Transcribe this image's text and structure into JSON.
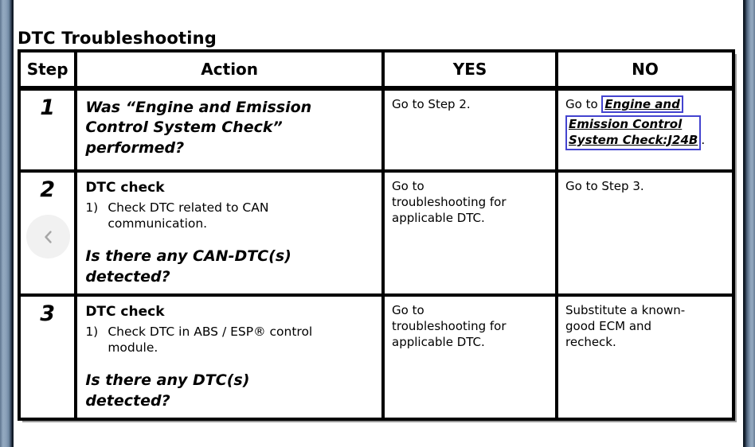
{
  "page": {
    "title": "DTC Troubleshooting"
  },
  "table": {
    "headers": [
      "Step",
      "Action",
      "YES",
      "NO"
    ],
    "rows": [
      {
        "step": "1",
        "action_question": "Was “Engine and Emission\nControl System Check”\nperformed?",
        "yes": "Go to Step 2.",
        "no_prefix": "Go to ",
        "no_link_part1": "Engine and",
        "no_link_part2": "Emission Control\nSystem Check:J24B",
        "no_suffix": "."
      },
      {
        "step": "2",
        "action_heading": "DTC check",
        "action_list_num": "1)",
        "action_list_text": "Check DTC related to CAN\ncommunication.",
        "action_question": "Is there any CAN-DTC(s)\ndetected?",
        "yes": "Go to\ntroubleshooting for\napplicable DTC.",
        "no": "Go to Step 3."
      },
      {
        "step": "3",
        "action_heading": "DTC check",
        "action_list_num": "1)",
        "action_list_text": "Check DTC in ABS / ESP® control\nmodule.",
        "action_question": "Is there any DTC(s)\ndetected?",
        "yes": "Go to\ntroubleshooting for\napplicable DTC.",
        "no": "Substitute a known-\ngood ECM and\nrecheck."
      }
    ]
  },
  "nav": {
    "prev_label": "previous"
  },
  "colors": {
    "link_box": "#4343cf",
    "border": "#000000",
    "edge_strip": "#8ba1b9",
    "edge_dark": "#0d1622",
    "nav_circle": "#f1f1f1",
    "nav_chevron": "#a6a6a6"
  }
}
